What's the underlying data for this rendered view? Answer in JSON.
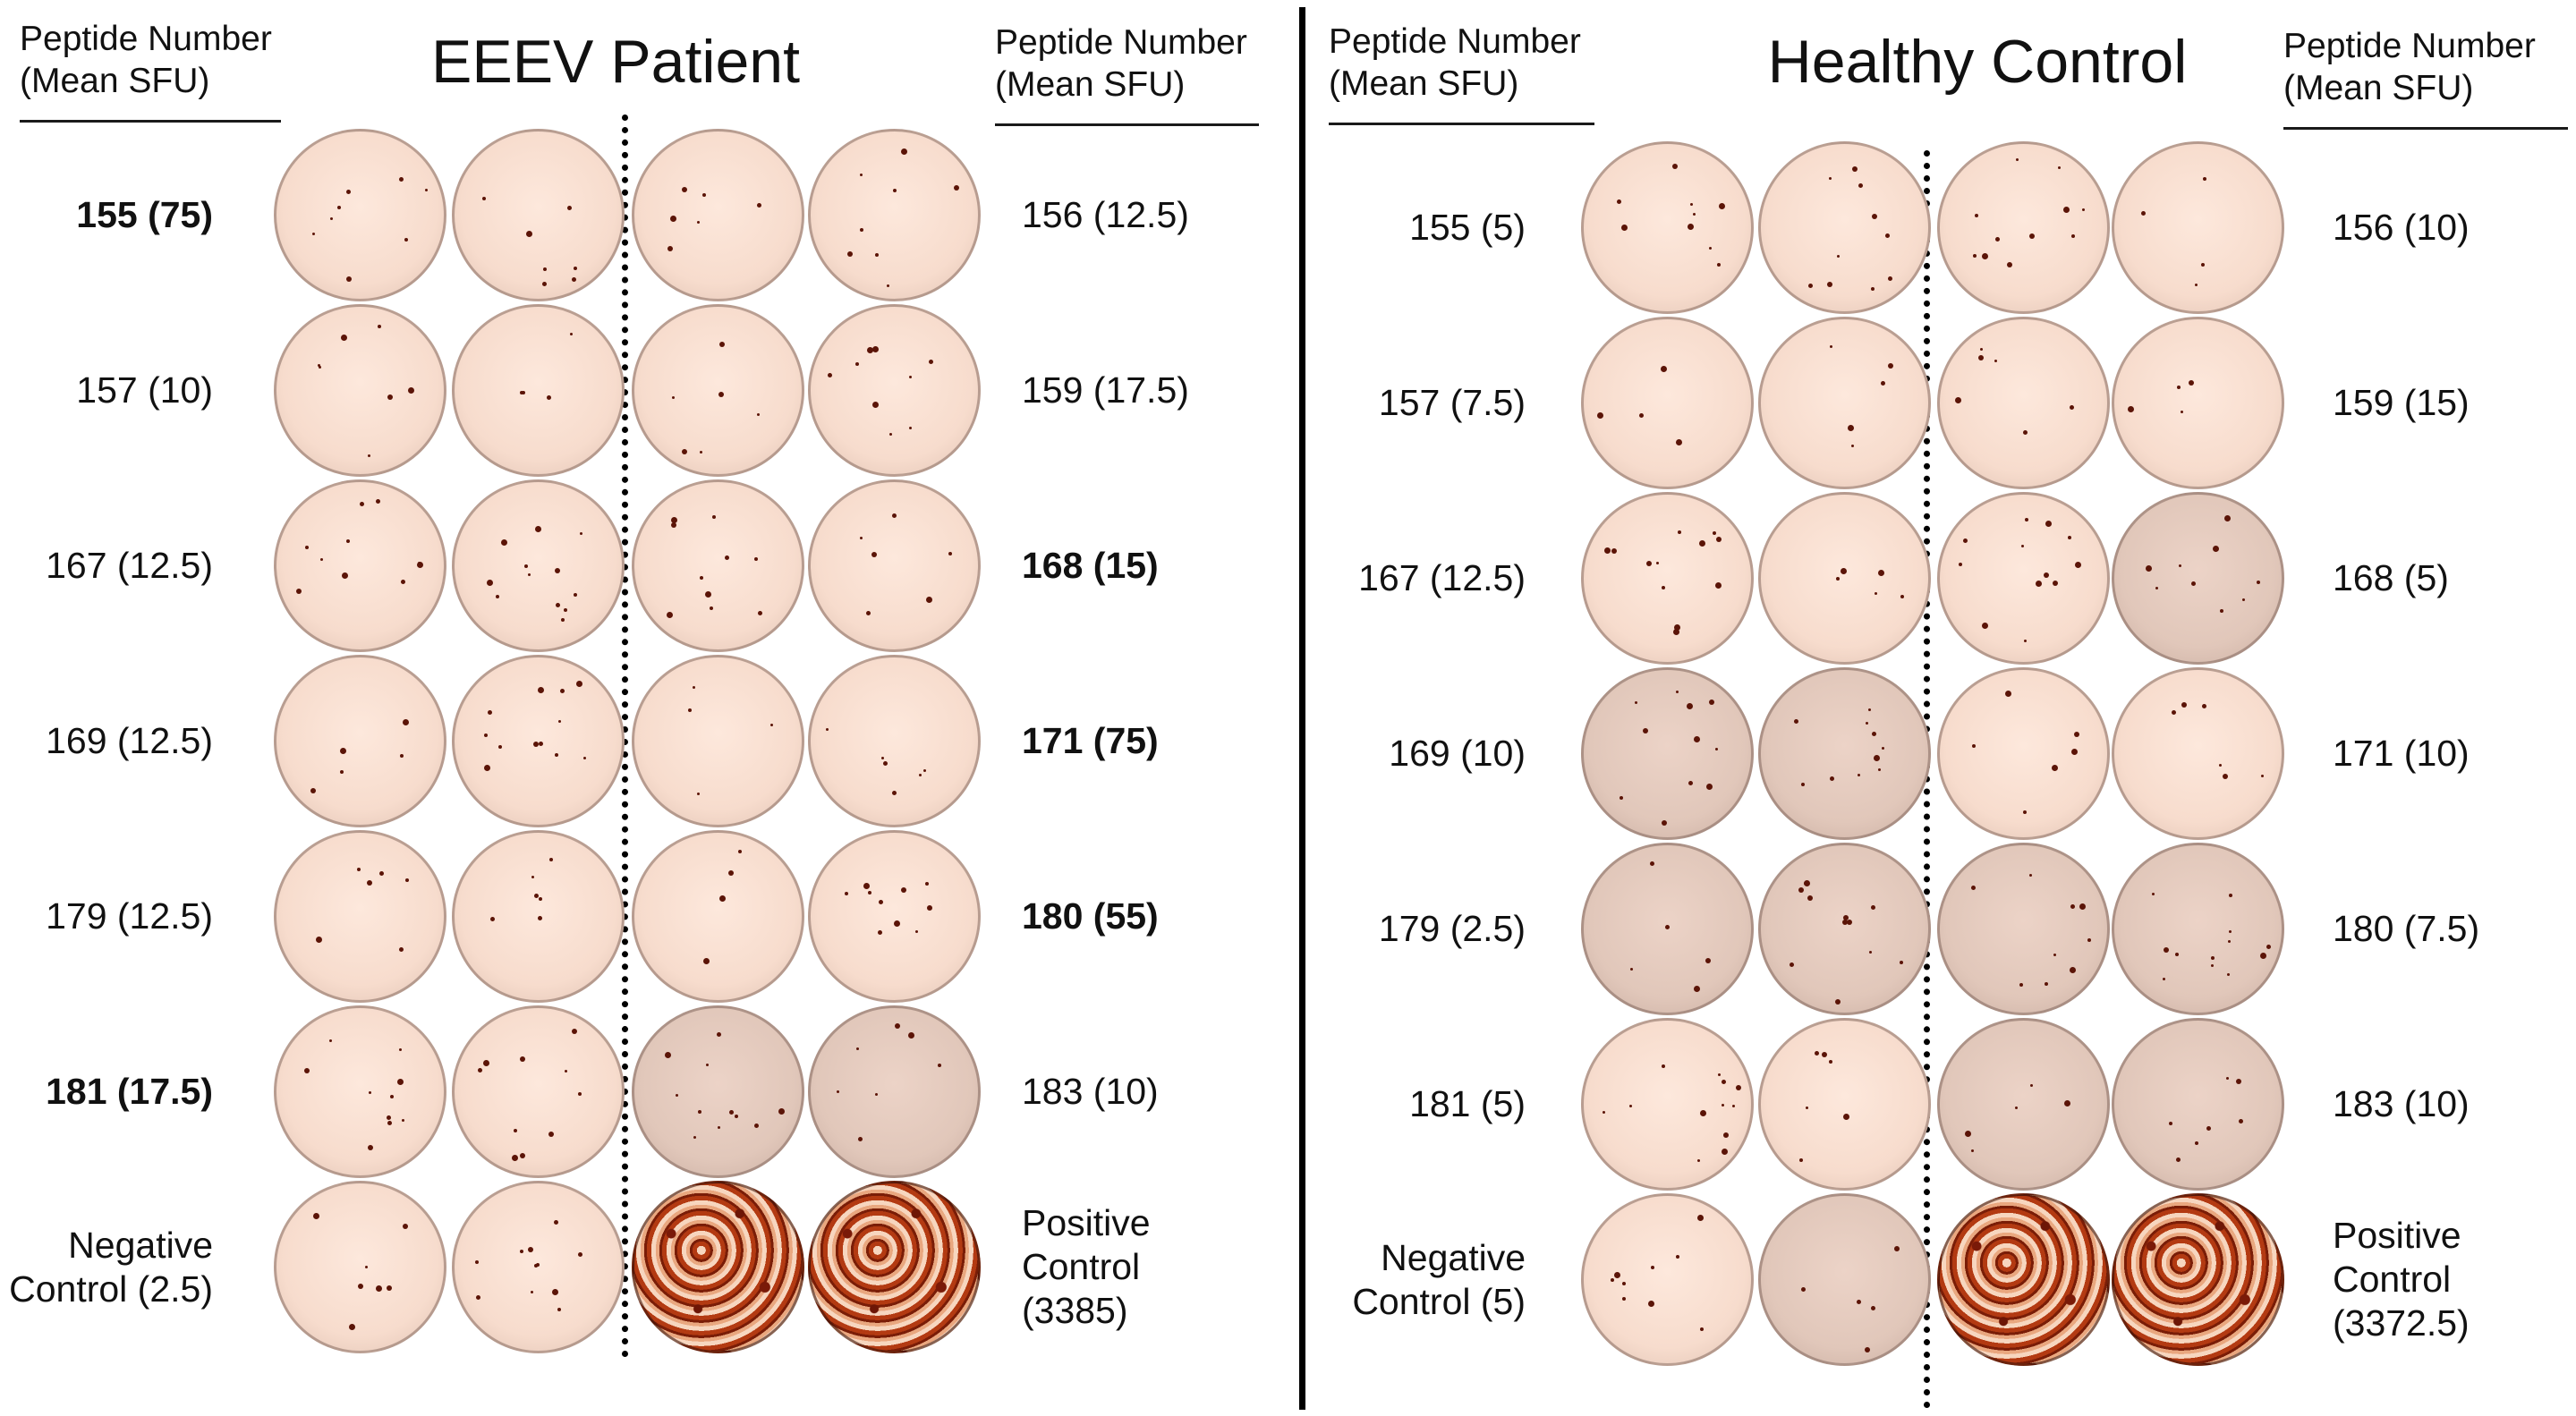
{
  "panels": [
    {
      "id": "eeev",
      "title": "EEEV Patient",
      "left_header": [
        "Peptide Number",
        "(Mean SFU)"
      ],
      "right_header": [
        "Peptide Number",
        "(Mean SFU)"
      ],
      "rows": [
        {
          "left": {
            "lines": [
              "155 (75)"
            ],
            "bold": true
          },
          "right": {
            "lines": [
              "156 (12.5)"
            ],
            "bold": false
          },
          "wells": [
            "light",
            "light",
            "light",
            "light"
          ]
        },
        {
          "left": {
            "lines": [
              "157 (10)"
            ],
            "bold": false
          },
          "right": {
            "lines": [
              "159 (17.5)"
            ],
            "bold": false
          },
          "wells": [
            "light",
            "light",
            "light",
            "light"
          ]
        },
        {
          "left": {
            "lines": [
              "167 (12.5)"
            ],
            "bold": false
          },
          "right": {
            "lines": [
              "168 (15)"
            ],
            "bold": true
          },
          "wells": [
            "light",
            "light",
            "light",
            "light"
          ]
        },
        {
          "left": {
            "lines": [
              "169 (12.5)"
            ],
            "bold": false
          },
          "right": {
            "lines": [
              "171 (75)"
            ],
            "bold": true
          },
          "wells": [
            "light",
            "light",
            "light",
            "light"
          ]
        },
        {
          "left": {
            "lines": [
              "179 (12.5)"
            ],
            "bold": false
          },
          "right": {
            "lines": [
              "180 (55)"
            ],
            "bold": true
          },
          "wells": [
            "light",
            "light",
            "light",
            "light"
          ]
        },
        {
          "left": {
            "lines": [
              "181 (17.5)"
            ],
            "bold": true
          },
          "right": {
            "lines": [
              "183 (10)"
            ],
            "bold": false
          },
          "wells": [
            "light",
            "light",
            "grey",
            "grey"
          ]
        },
        {
          "left": {
            "lines": [
              "Negative",
              "Control (2.5)"
            ],
            "bold": false
          },
          "right": {
            "lines": [
              "Positive",
              "Control",
              "(3385)"
            ],
            "bold": false
          },
          "wells": [
            "light",
            "light",
            "pos",
            "pos"
          ]
        }
      ]
    },
    {
      "id": "healthy",
      "title": "Healthy Control",
      "left_header": [
        "Peptide Number",
        "(Mean SFU)"
      ],
      "right_header": [
        "Peptide Number",
        "(Mean SFU)"
      ],
      "rows": [
        {
          "left": {
            "lines": [
              "155 (5)"
            ],
            "bold": false
          },
          "right": {
            "lines": [
              "156 (10)"
            ],
            "bold": false
          },
          "wells": [
            "light",
            "light",
            "light",
            "light"
          ]
        },
        {
          "left": {
            "lines": [
              "157 (7.5)"
            ],
            "bold": false
          },
          "right": {
            "lines": [
              "159 (15)"
            ],
            "bold": false
          },
          "wells": [
            "light",
            "light",
            "light",
            "light"
          ]
        },
        {
          "left": {
            "lines": [
              "167 (12.5)"
            ],
            "bold": false
          },
          "right": {
            "lines": [
              "168 (5)"
            ],
            "bold": false
          },
          "wells": [
            "light",
            "light",
            "light",
            "grey"
          ]
        },
        {
          "left": {
            "lines": [
              "169 (10)"
            ],
            "bold": false
          },
          "right": {
            "lines": [
              "171 (10)"
            ],
            "bold": false
          },
          "wells": [
            "grey",
            "grey",
            "light",
            "light"
          ]
        },
        {
          "left": {
            "lines": [
              "179 (2.5)"
            ],
            "bold": false
          },
          "right": {
            "lines": [
              "180 (7.5)"
            ],
            "bold": false
          },
          "wells": [
            "grey",
            "grey",
            "grey",
            "grey"
          ]
        },
        {
          "left": {
            "lines": [
              "181 (5)"
            ],
            "bold": false
          },
          "right": {
            "lines": [
              "183 (10)"
            ],
            "bold": false
          },
          "wells": [
            "light",
            "light",
            "grey",
            "grey"
          ]
        },
        {
          "left": {
            "lines": [
              "Negative",
              "Control (5)"
            ],
            "bold": false
          },
          "right": {
            "lines": [
              "Positive",
              "Control",
              "(3372.5)"
            ],
            "bold": false
          },
          "wells": [
            "light",
            "grey",
            "pos",
            "pos"
          ]
        }
      ]
    }
  ]
}
